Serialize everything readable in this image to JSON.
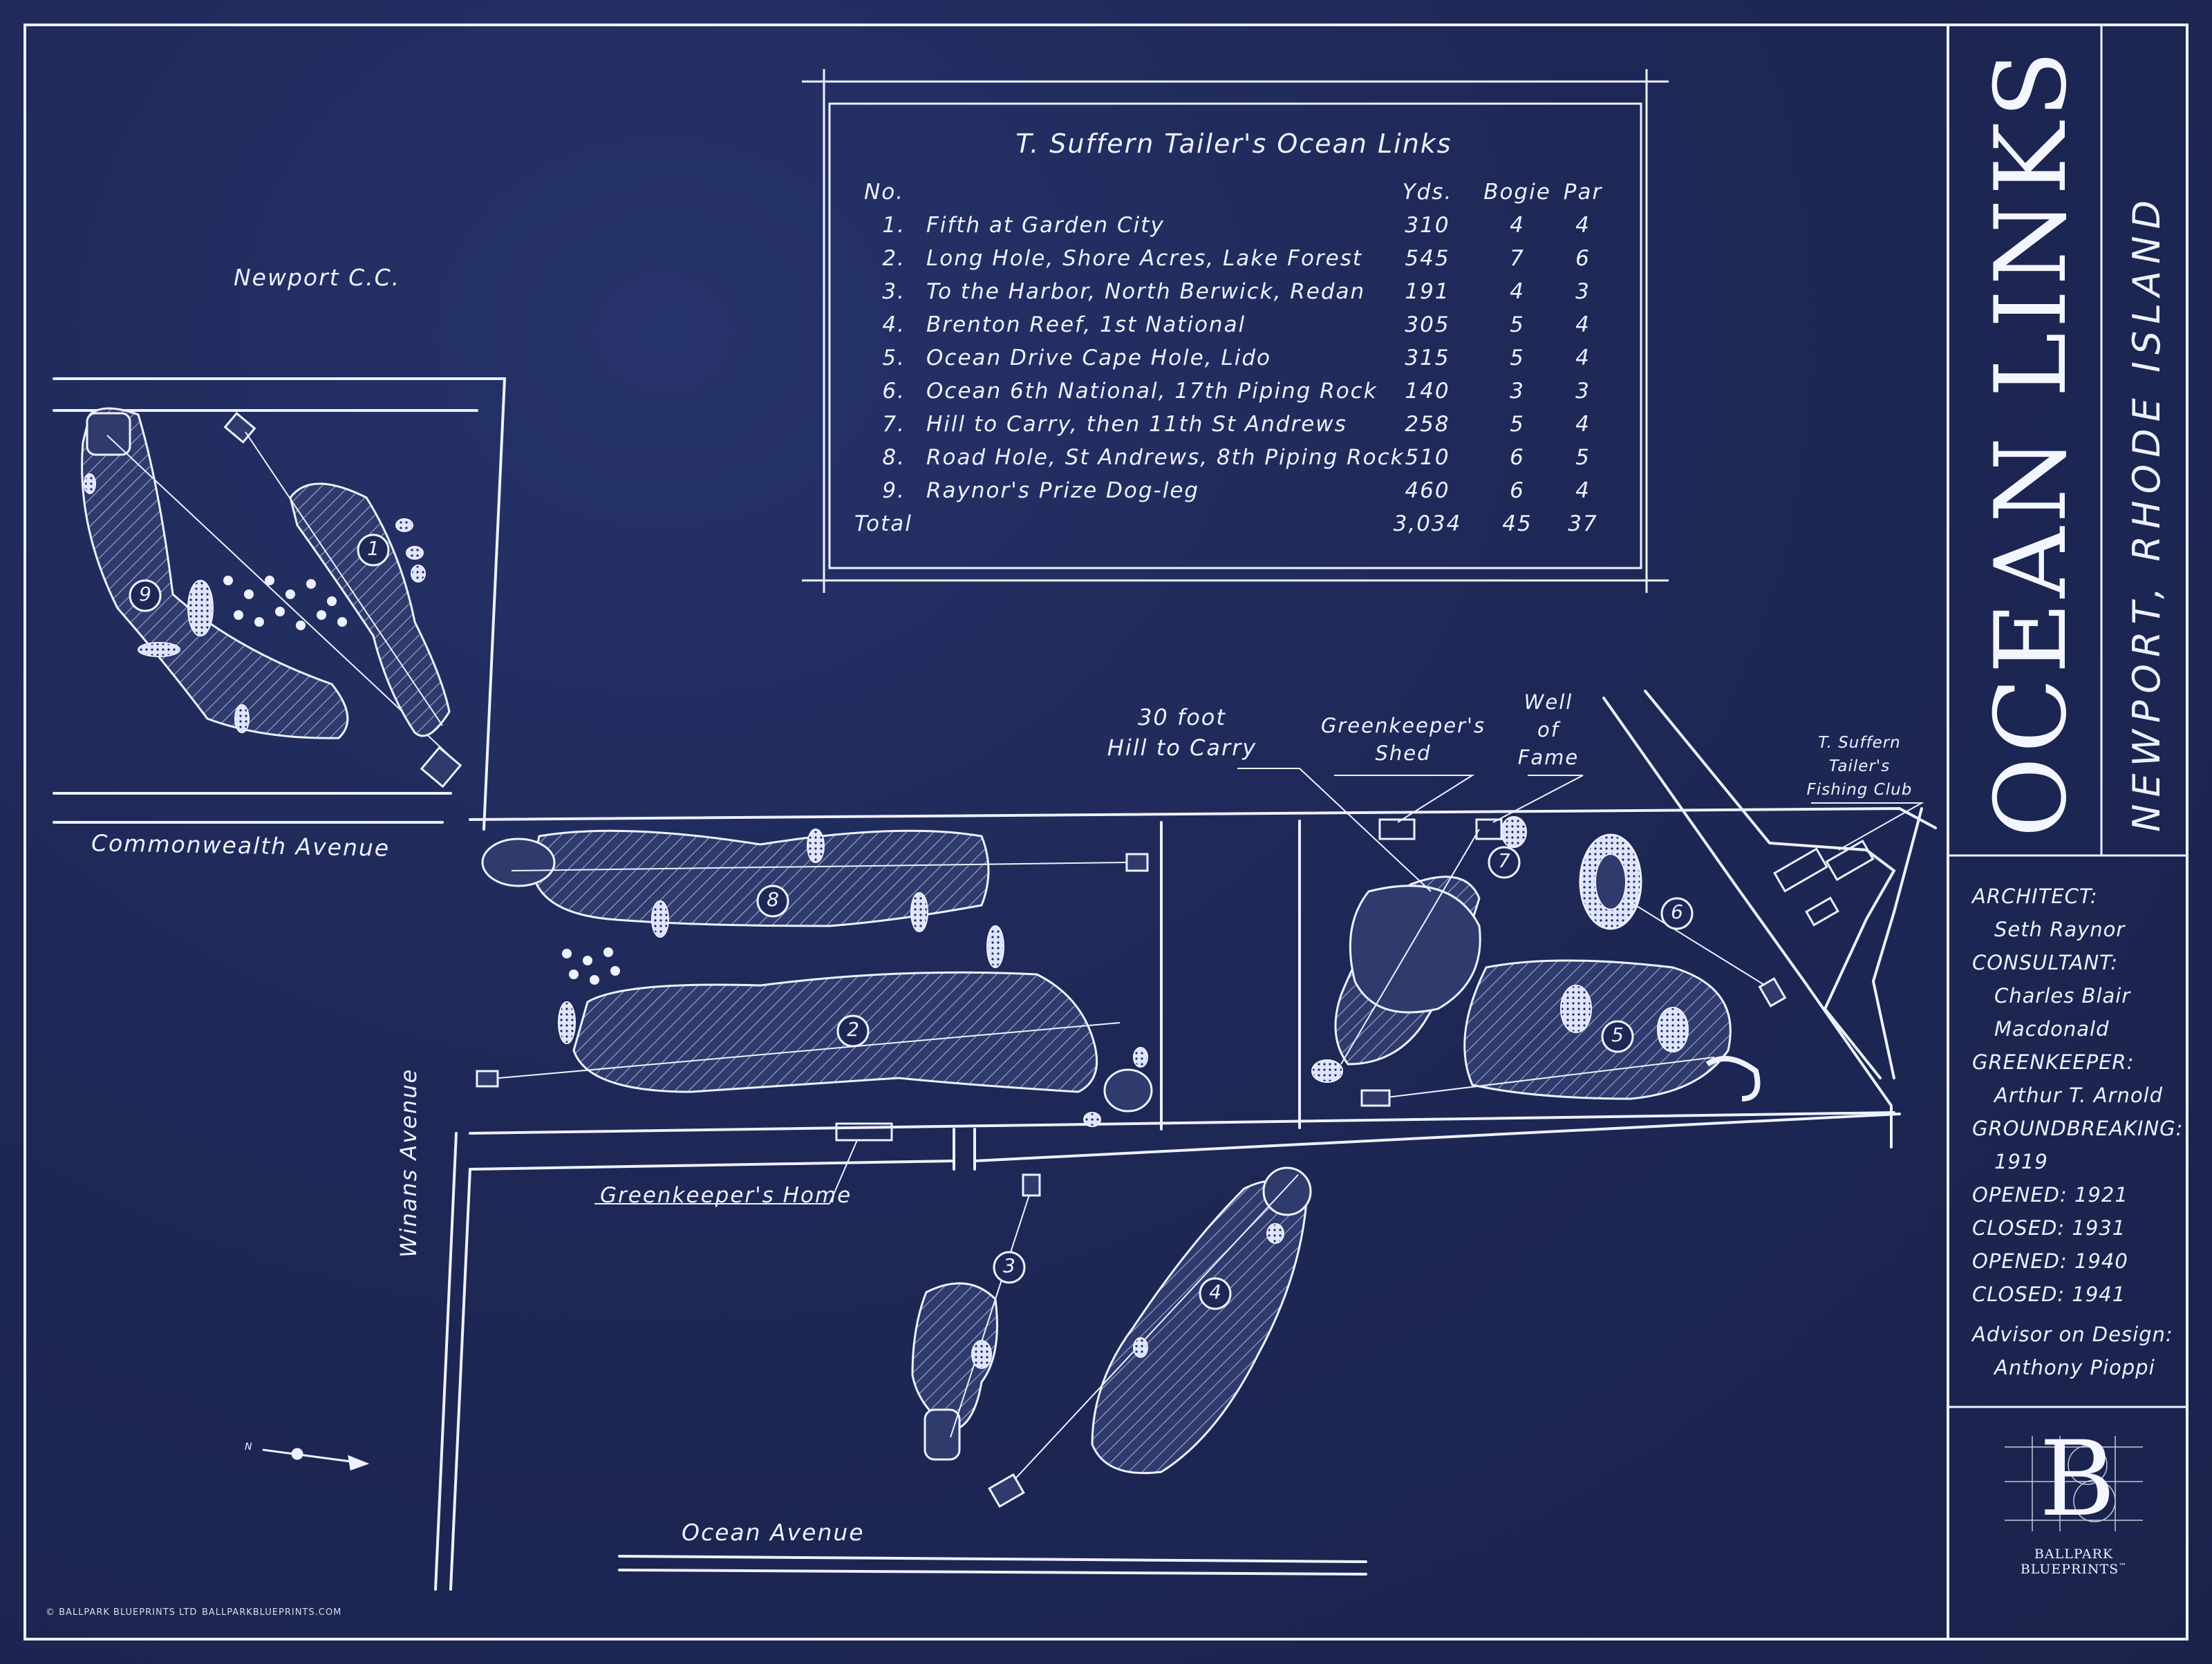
{
  "scorecard": {
    "title": "T. Suffern Tailer's Ocean Links",
    "headers": {
      "no": "No.",
      "yds": "Yds.",
      "bogie": "Bogie",
      "par": "Par"
    },
    "holes": [
      {
        "no": "1.",
        "name": "Fifth at Garden City",
        "yds": "310",
        "bogie": "4",
        "par": "4"
      },
      {
        "no": "2.",
        "name": "Long Hole, Shore Acres, Lake Forest",
        "yds": "545",
        "bogie": "7",
        "par": "6"
      },
      {
        "no": "3.",
        "name": "To the Harbor, North Berwick, Redan",
        "yds": "191",
        "bogie": "4",
        "par": "3"
      },
      {
        "no": "4.",
        "name": "Brenton Reef, 1st National",
        "yds": "305",
        "bogie": "5",
        "par": "4"
      },
      {
        "no": "5.",
        "name": "Ocean Drive Cape Hole, Lido",
        "yds": "315",
        "bogie": "5",
        "par": "4"
      },
      {
        "no": "6.",
        "name": "Ocean 6th National, 17th Piping Rock",
        "yds": "140",
        "bogie": "3",
        "par": "3"
      },
      {
        "no": "7.",
        "name": "Hill to Carry, then 11th St Andrews",
        "yds": "258",
        "bogie": "5",
        "par": "4"
      },
      {
        "no": "8.",
        "name": "Road Hole, St Andrews, 8th Piping Rock",
        "yds": "510",
        "bogie": "6",
        "par": "5"
      },
      {
        "no": "9.",
        "name": "Raynor's Prize Dog-leg",
        "yds": "460",
        "bogie": "6",
        "par": "4"
      }
    ],
    "total": {
      "label": "Total",
      "yds": "3,034",
      "bogie": "45",
      "par": "37"
    }
  },
  "map_labels": {
    "newport_cc": "Newport C.C.",
    "commonwealth": "Commonwealth Avenue",
    "winans": "Winans Avenue",
    "ocean_ave": "Ocean Avenue",
    "gk_home": "Greenkeeper's Home",
    "hill_to_carry": [
      "30 foot",
      "Hill to Carry"
    ],
    "gk_shed": [
      "Greenkeeper's",
      "Shed"
    ],
    "well": [
      "Well",
      "of",
      "Fame"
    ],
    "fishing_club": [
      "T. Suffern",
      "Tailer's",
      "Fishing Club"
    ],
    "compass": "N"
  },
  "hole_numbers": [
    "1",
    "2",
    "3",
    "4",
    "5",
    "6",
    "7",
    "8",
    "9"
  ],
  "title_block": {
    "title": "OCEAN LINKS",
    "location": "NEWPORT, RHODE ISLAND",
    "info": [
      {
        "label": "ARCHITECT:",
        "values": [
          "Seth Raynor"
        ]
      },
      {
        "label": "CONSULTANT:",
        "values": [
          "Charles Blair",
          "Macdonald"
        ]
      },
      {
        "label": "GREENKEEPER:",
        "values": [
          "Arthur T. Arnold"
        ]
      },
      {
        "label": "GROUNDBREAKING:",
        "values": [
          "1919"
        ]
      },
      {
        "label": "OPENED: 1921",
        "values": []
      },
      {
        "label": "CLOSED:  1931",
        "values": []
      },
      {
        "label": "OPENED: 1940",
        "values": []
      },
      {
        "label": "CLOSED:  1941",
        "values": []
      },
      {
        "label": "Advisor on Design:",
        "values": [
          "Anthony Pioppi"
        ]
      }
    ],
    "logo_letter": "B",
    "logo_text": "BALLPARK BLUEPRINTS",
    "logo_tm": "™"
  },
  "footer": {
    "copyright": "© BALLPARK BLUEPRINTS LTD",
    "website": "BALLPARKBLUEPRINTS.COM"
  },
  "colors": {
    "background": "#1f2a55",
    "ink": "#eef1ff",
    "fairway": "#3a4778"
  }
}
